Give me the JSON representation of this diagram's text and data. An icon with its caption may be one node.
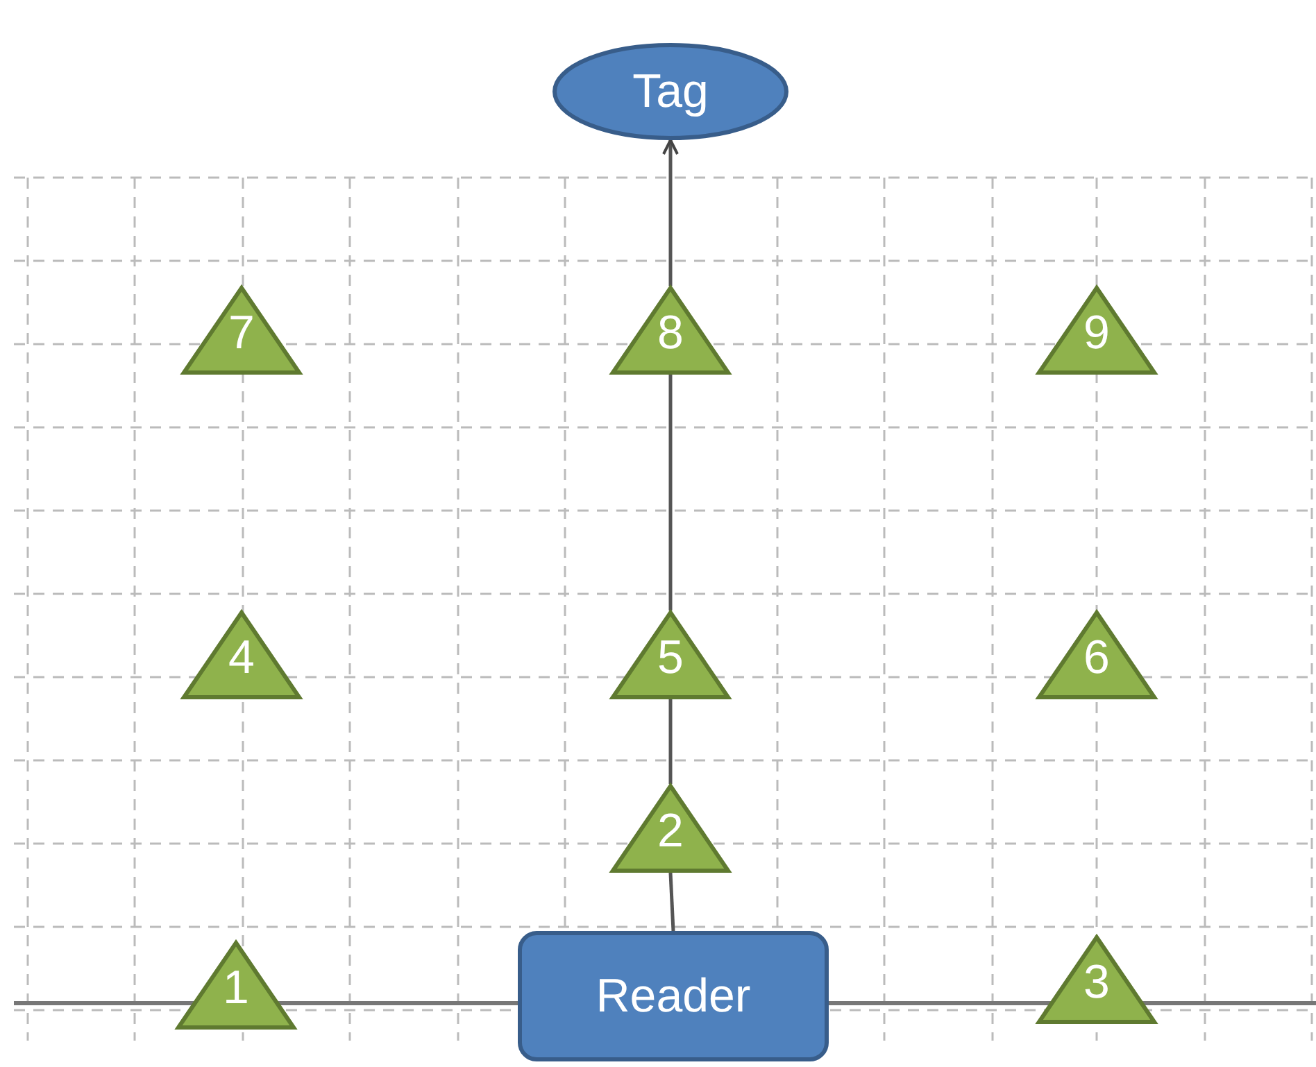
{
  "diagram": {
    "nodes": [
      {
        "text": [
          "Tag"
        ]
      },
      {
        "text": [
          "7"
        ]
      },
      {
        "text": [
          "8"
        ]
      },
      {
        "text": [
          "9"
        ]
      },
      {
        "text": [
          "4"
        ]
      },
      {
        "text": [
          "5"
        ]
      },
      {
        "text": [
          "6"
        ]
      },
      {
        "text": [
          "2"
        ]
      },
      {
        "text": [
          "1"
        ]
      },
      {
        "text": [
          "Reader"
        ]
      },
      {
        "text": [
          "3"
        ]
      }
    ],
    "edges": [
      {
        "from": 9,
        "to": 7,
        "arrow": "none"
      },
      {
        "from": 7,
        "to": 5,
        "arrow": "none"
      },
      {
        "from": 5,
        "to": 2,
        "arrow": "none"
      },
      {
        "from": 2,
        "to": 0,
        "arrow": "to"
      }
    ]
  }
}
